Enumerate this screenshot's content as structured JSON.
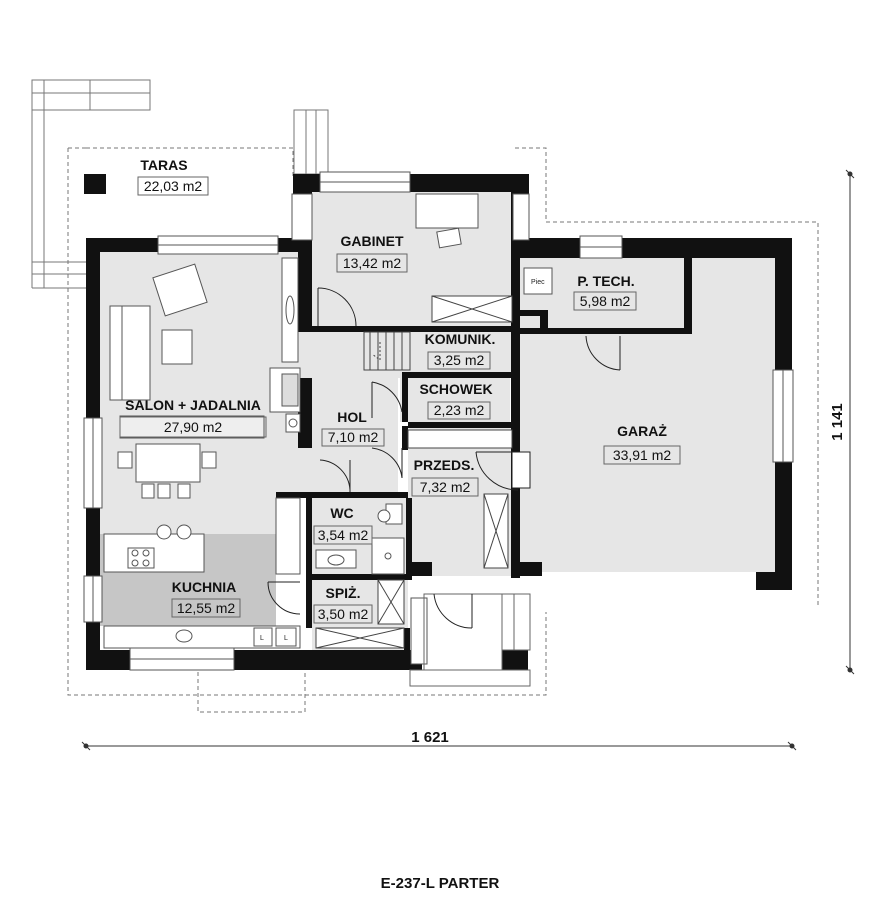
{
  "title": "E-237-L PARTER",
  "dimensions": {
    "width": "1 621",
    "height": "1 141"
  },
  "rooms": [
    {
      "name": "TARAS",
      "area": "22,03 m2"
    },
    {
      "name": "GABINET",
      "area": "13,42 m2"
    },
    {
      "name": "P. TECH.",
      "area": "5,98 m2"
    },
    {
      "name": "KOMUNIK.",
      "area": "3,25 m2"
    },
    {
      "name": "SCHOWEK",
      "area": "2,23 m2"
    },
    {
      "name": "SALON + JADALNIA",
      "area": "27,90 m2"
    },
    {
      "name": "HOL",
      "area": "7,10 m2"
    },
    {
      "name": "GARAŻ",
      "area": "33,91 m2"
    },
    {
      "name": "PRZEDS.",
      "area": "7,32 m2"
    },
    {
      "name": "WC",
      "area": "3,54 m2"
    },
    {
      "name": "KUCHNIA",
      "area": "12,55 m2"
    },
    {
      "name": "SPIŻ.",
      "area": "3,50 m2"
    }
  ],
  "labels": {
    "boiler": "Piec",
    "appliance": "L"
  },
  "colors": {
    "floor_light": "#e6e6e6",
    "floor_dark": "#c6c6c6",
    "wall": "#111111"
  }
}
